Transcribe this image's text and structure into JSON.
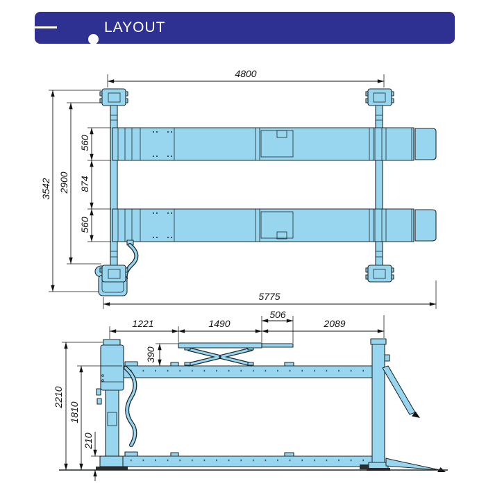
{
  "header": {
    "title": "LAYOUT"
  },
  "colors": {
    "header_bg": "#2e3192",
    "part_fill": "#97d6ee",
    "outline": "#1f2a2e",
    "dim_color": "#111111"
  },
  "plan_view": {
    "description": "top (plan) view of four-post lift with scissor jack",
    "dims": {
      "post_span": "4800",
      "overall_width": "3542",
      "crossbeam_width": "2900",
      "front_runway_width": "560",
      "runway_gap": "874",
      "rear_runway_width": "560",
      "overall_length": "5775"
    }
  },
  "side_view": {
    "description": "side elevation of four-post lift, raised and lowered positions",
    "dims": {
      "post_to_jack": "1221",
      "jack_platform_length": "1490",
      "jack_extension": "506",
      "jack_to_rear_post": "2089",
      "jack_lift_height": "390",
      "post_height": "2210",
      "raised_runway_height": "1810",
      "lowered_runway_height": "210"
    }
  }
}
